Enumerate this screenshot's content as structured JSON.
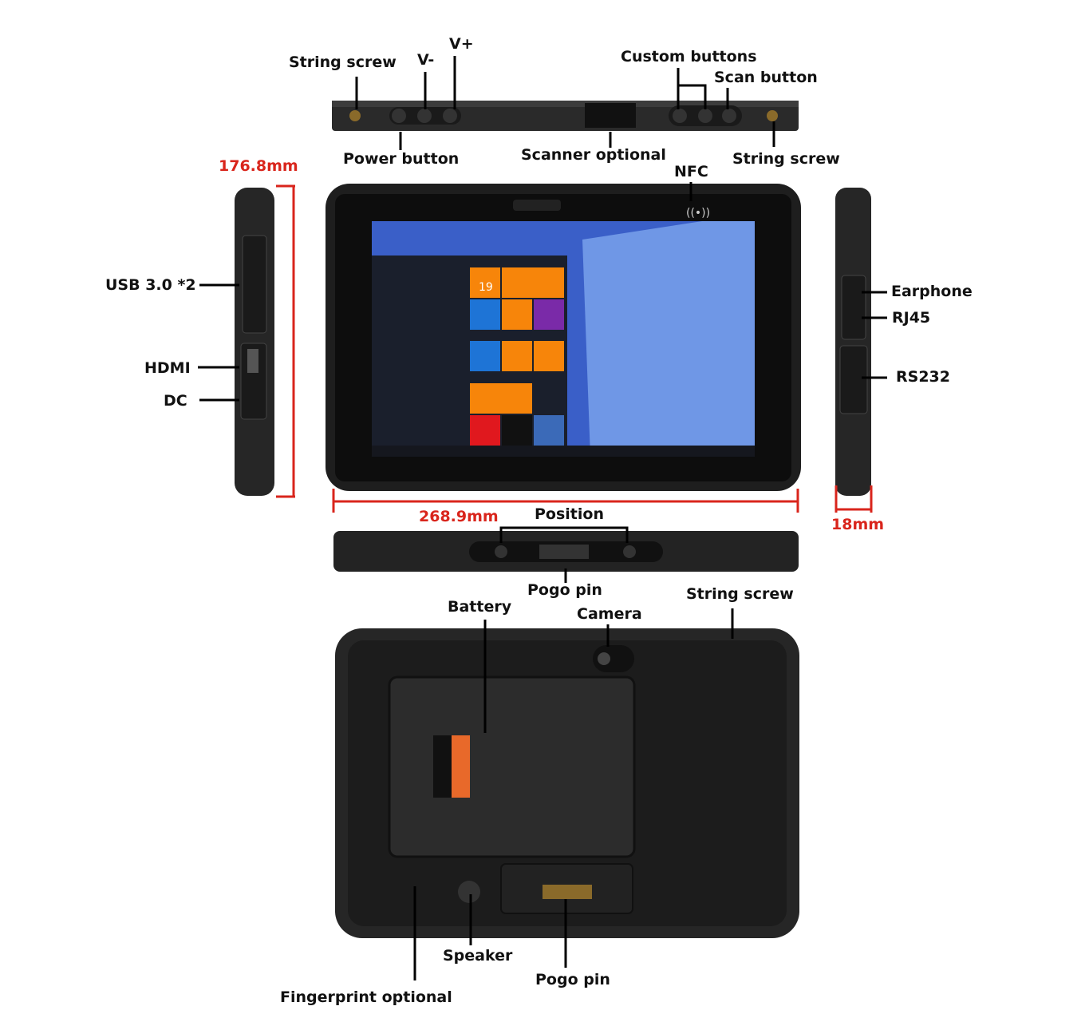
{
  "labels": {
    "top_string_screw_left": "String screw",
    "volume_down": "V-",
    "volume_up": "V+",
    "custom_buttons": "Custom buttons",
    "scan_button": "Scan button",
    "power_button": "Power button",
    "scanner_optional": "Scanner optional",
    "top_string_screw_right": "String screw",
    "nfc": "NFC",
    "usb": "USB 3.0 *2",
    "hdmi": "HDMI",
    "dc": "DC",
    "earphone": "Earphone",
    "rj45": "RJ45",
    "rs232": "RS232",
    "position": "Position",
    "bottom_pogo_pin": "Pogo pin",
    "battery": "Battery",
    "camera": "Camera",
    "back_string_screw": "String screw",
    "speaker": "Speaker",
    "back_pogo_pin": "Pogo pin",
    "fingerprint": "Fingerprint optional"
  },
  "dimensions": {
    "height": "176.8mm",
    "width": "268.9mm",
    "thickness": "18mm"
  },
  "screen": {
    "calendar_day": "19"
  },
  "colors": {
    "dimension": "#d9251c",
    "device": "#1e1e1e",
    "accent_orange": "#f7850a",
    "screen_blue": "#3a5fc8"
  }
}
